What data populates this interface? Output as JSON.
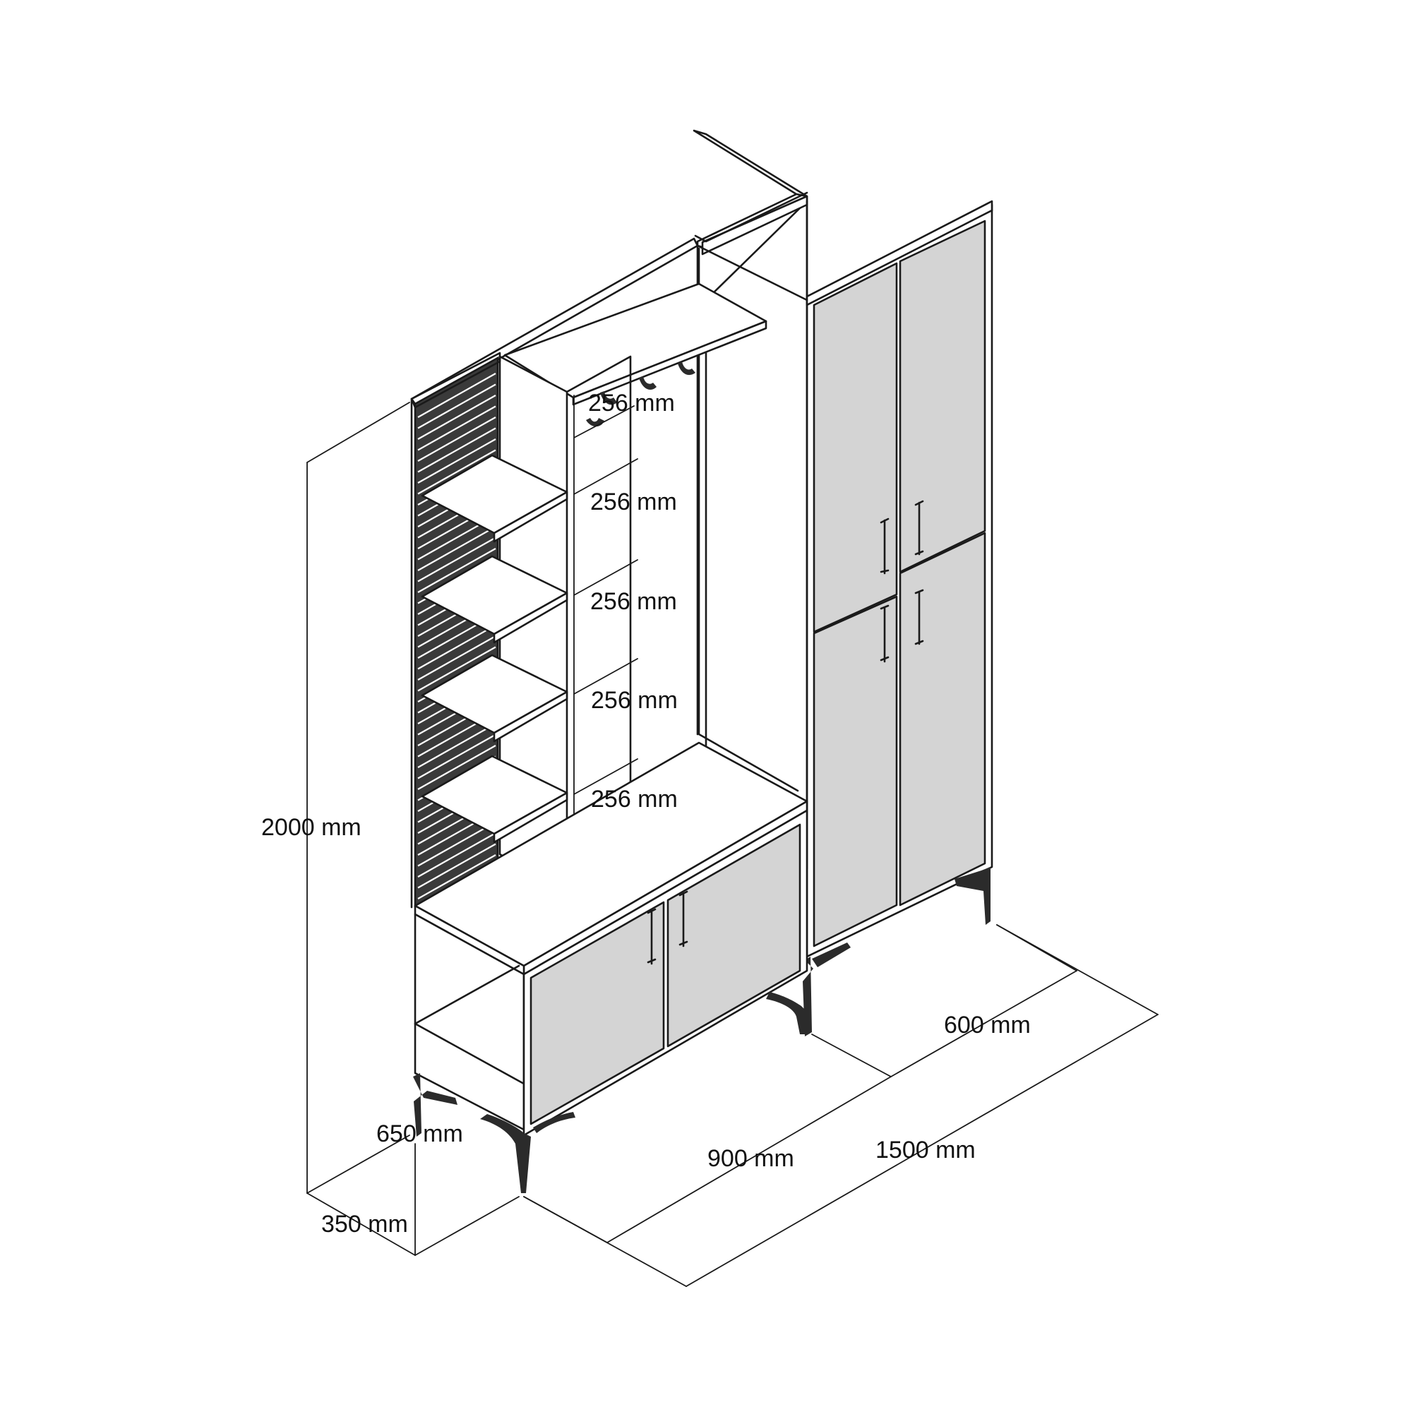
{
  "colors": {
    "line": "#1a1a1a",
    "panel": "#ffffff",
    "door": "#d4d4d4",
    "slats": "#3a3a3a",
    "metal": "#2b2b2b"
  },
  "dimensions": {
    "height_total": "2000 mm",
    "width_total": "1500 mm",
    "width_left": "900 mm",
    "width_right": "600 mm",
    "depth_shelf": "350 mm",
    "height_base": "650 mm",
    "shelf_gaps": [
      "256 mm",
      "256 mm",
      "256 mm",
      "256 mm",
      "256 mm"
    ]
  }
}
